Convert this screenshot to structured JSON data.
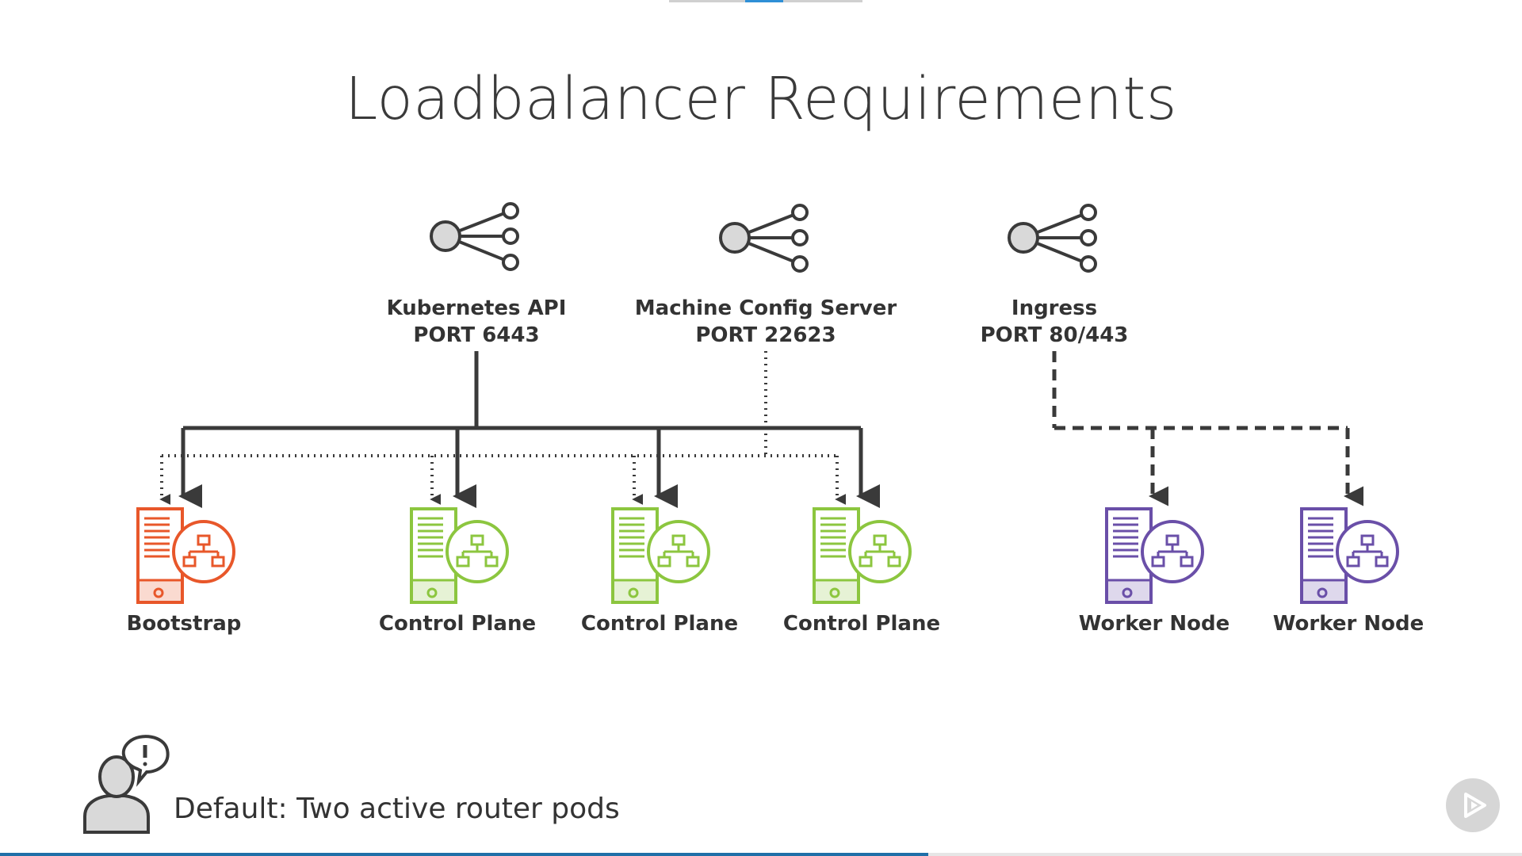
{
  "title": "Loadbalancer Requirements",
  "load_balancers": [
    {
      "name": "Kubernetes API",
      "port": "PORT 6443"
    },
    {
      "name": "Machine Config Server",
      "port": "PORT 22623"
    },
    {
      "name": "Ingress",
      "port": "PORT 80/443"
    }
  ],
  "nodes": [
    {
      "label": "Bootstrap",
      "role": "bootstrap"
    },
    {
      "label": "Control Plane",
      "role": "control-plane"
    },
    {
      "label": "Control Plane",
      "role": "control-plane"
    },
    {
      "label": "Control Plane",
      "role": "control-plane"
    },
    {
      "label": "Worker Node",
      "role": "worker"
    },
    {
      "label": "Worker Node",
      "role": "worker"
    }
  ],
  "note": "Default: Two active router pods",
  "colors": {
    "bootstrap": "#e8572a",
    "control_plane": "#8cc63f",
    "worker": "#6a4fa8",
    "connector": "#3a3a3a",
    "lb_hub": "#d9d9d9"
  },
  "icons": {
    "load_balancer": "share-hub-icon",
    "server": "server-network-icon",
    "note": "person-alert-icon",
    "player": "play-icon"
  },
  "player": {
    "progress": 0.61
  }
}
